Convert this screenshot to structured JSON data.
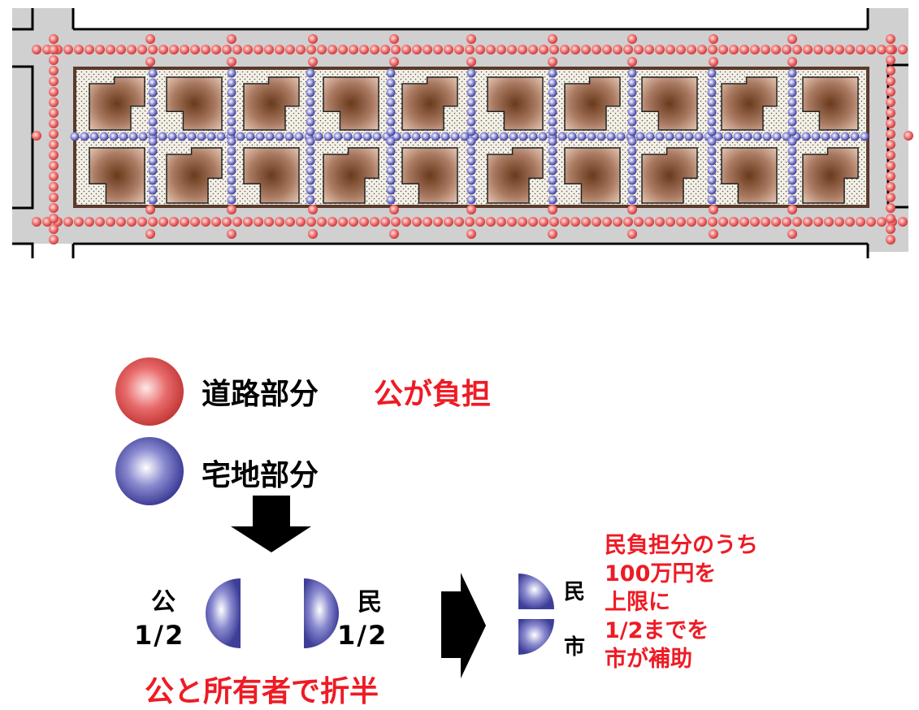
{
  "legend": {
    "road": {
      "label": "道路部分",
      "burden": "公が負担",
      "color": "#e05a5a"
    },
    "lot": {
      "label": "宅地部分",
      "color": "#4f4fa8"
    }
  },
  "split": {
    "public_label": "公",
    "public_fraction": "1/2",
    "private_label": "民",
    "private_fraction": "1/2",
    "caption": "公と所有者で折半"
  },
  "subsidy": {
    "private_label": "民",
    "city_label": "市",
    "note_lines": [
      "民負担分のうち",
      "100万円を",
      "上限に",
      "1/2までを",
      "市が補助"
    ]
  },
  "colors": {
    "accent_red": "#ee1b24",
    "road_gray": "#d0d0d0",
    "block_border": "#5a3a2a"
  }
}
